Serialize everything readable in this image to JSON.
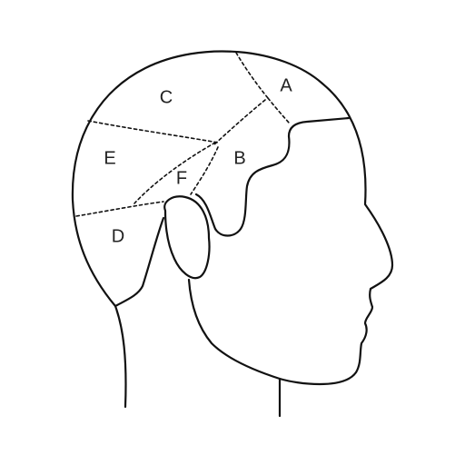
{
  "diagram": {
    "regions": [
      {
        "id": "A",
        "label": "A"
      },
      {
        "id": "B",
        "label": "B"
      },
      {
        "id": "C",
        "label": "C"
      },
      {
        "id": "D",
        "label": "D"
      },
      {
        "id": "E",
        "label": "E"
      },
      {
        "id": "F",
        "label": "F"
      }
    ]
  }
}
